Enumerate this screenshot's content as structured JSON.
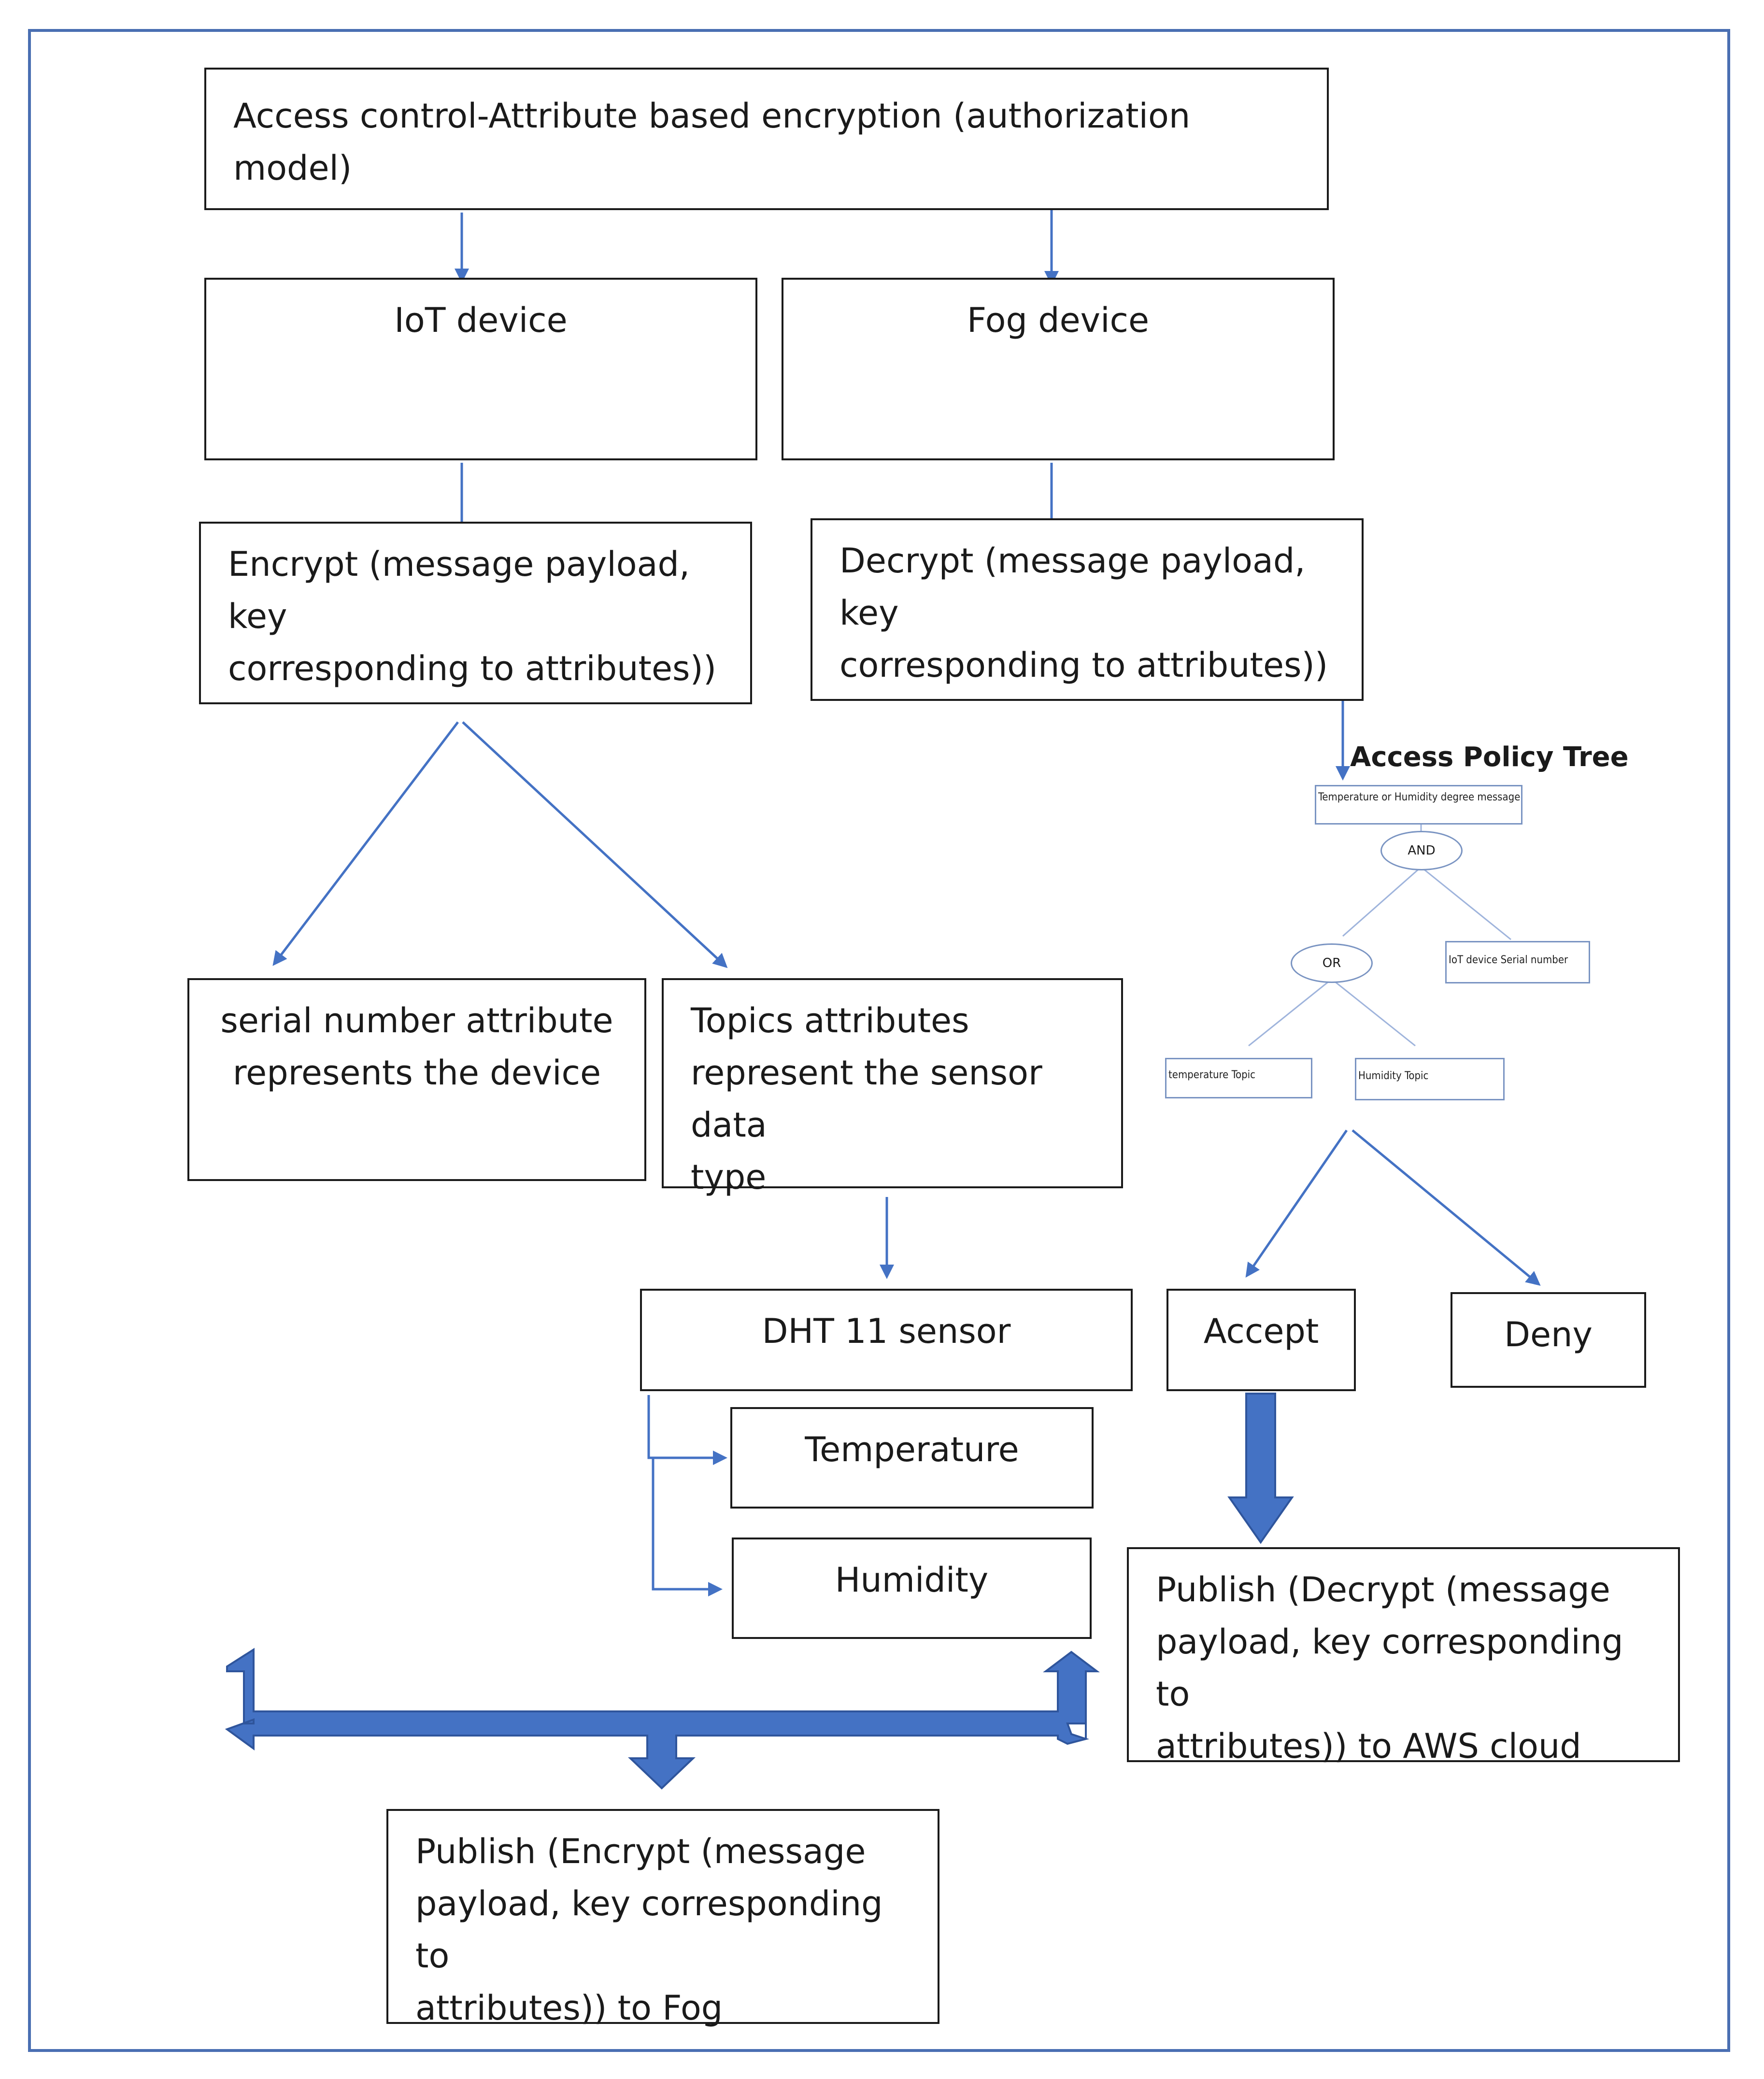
{
  "boxes": {
    "access_control": "Access control-Attribute based encryption (authorization model)",
    "iot_device": "IoT device",
    "fog_device": "Fog device",
    "encrypt": "Encrypt (message payload, key\ncorresponding to attributes))",
    "decrypt": "Decrypt (message payload, key\ncorresponding to attributes))",
    "serial_number": "serial number attribute\nrepresents the device",
    "topics": "Topics attributes\nrepresent the sensor data\ntype",
    "dht11": "DHT 11 sensor",
    "temperature": "Temperature",
    "humidity": "Humidity",
    "accept": "Accept",
    "deny": "Deny",
    "publish_aws": "Publish (Decrypt (message\npayload, key corresponding to\nattributes)) to AWS cloud",
    "publish_fog": "Publish (Encrypt (message\npayload, key corresponding to\nattributes)) to Fog"
  },
  "policy_tree": {
    "title": "Access Policy Tree",
    "root": "Temperature or Humidity degree message",
    "and_node": "AND",
    "or_node": "OR",
    "serial_leaf": "IoT device Serial number",
    "temperature_leaf": "temperature Topic",
    "humidity_leaf": "Humidity Topic"
  },
  "colors": {
    "frame": "#4a6fb2",
    "arrow": "#4472c4",
    "tree_line": "#9fb4dc"
  }
}
